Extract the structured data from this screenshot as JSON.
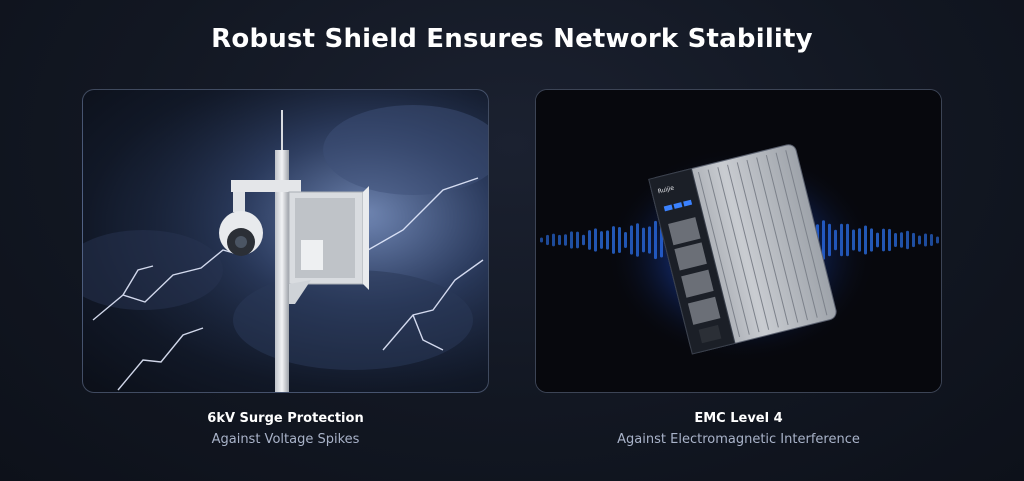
{
  "header": {
    "title": "Robust Shield Ensures Network Stability"
  },
  "features": [
    {
      "title": "6kV Surge Protection",
      "subtitle": "Against Voltage Spikes",
      "image": "camera-pole-lightning"
    },
    {
      "title": "EMC Level 4",
      "subtitle": "Against Electromagnetic Interference",
      "image": "industrial-switch-glow"
    }
  ],
  "device": {
    "brand_label": "Ruijie"
  },
  "colors": {
    "background": "#121722",
    "subtitle": "#a9b3c9",
    "wave_blue": "#2f7bff"
  }
}
